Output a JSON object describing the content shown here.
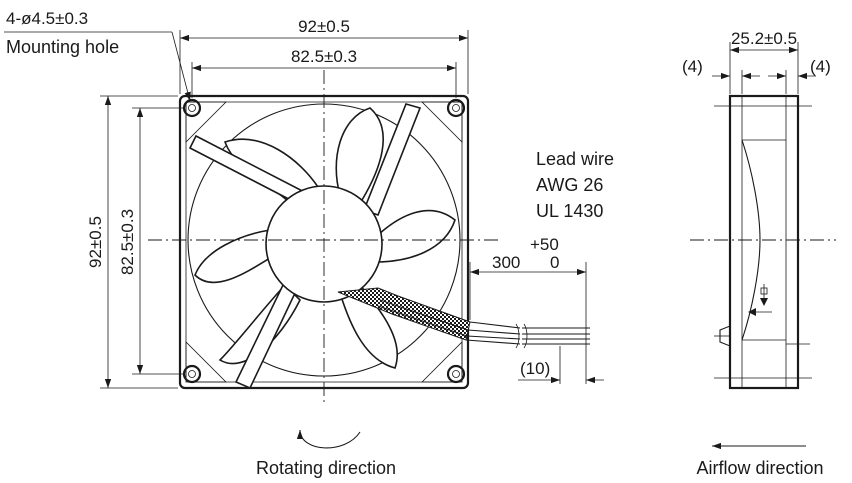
{
  "front_view": {
    "mounting_hole_spec": "4-ø4.5±0.3",
    "mounting_hole_label": "Mounting hole",
    "outer_width": "92±0.5",
    "hole_pitch_width": "82.5±0.3",
    "outer_height": "92±0.5",
    "hole_pitch_height": "82.5±0.3",
    "rotating_direction": "Rotating direction"
  },
  "lead_wire": {
    "line1": "Lead wire",
    "line2": "AWG 26",
    "line3": "UL 1430",
    "length": "300",
    "tol_plus": "+50",
    "tol_minus": "0",
    "strip": "(10)"
  },
  "side_view": {
    "depth": "25.2±0.5",
    "flange_left": "(4)",
    "flange_right": "(4)",
    "airflow_direction": "Airflow direction"
  }
}
